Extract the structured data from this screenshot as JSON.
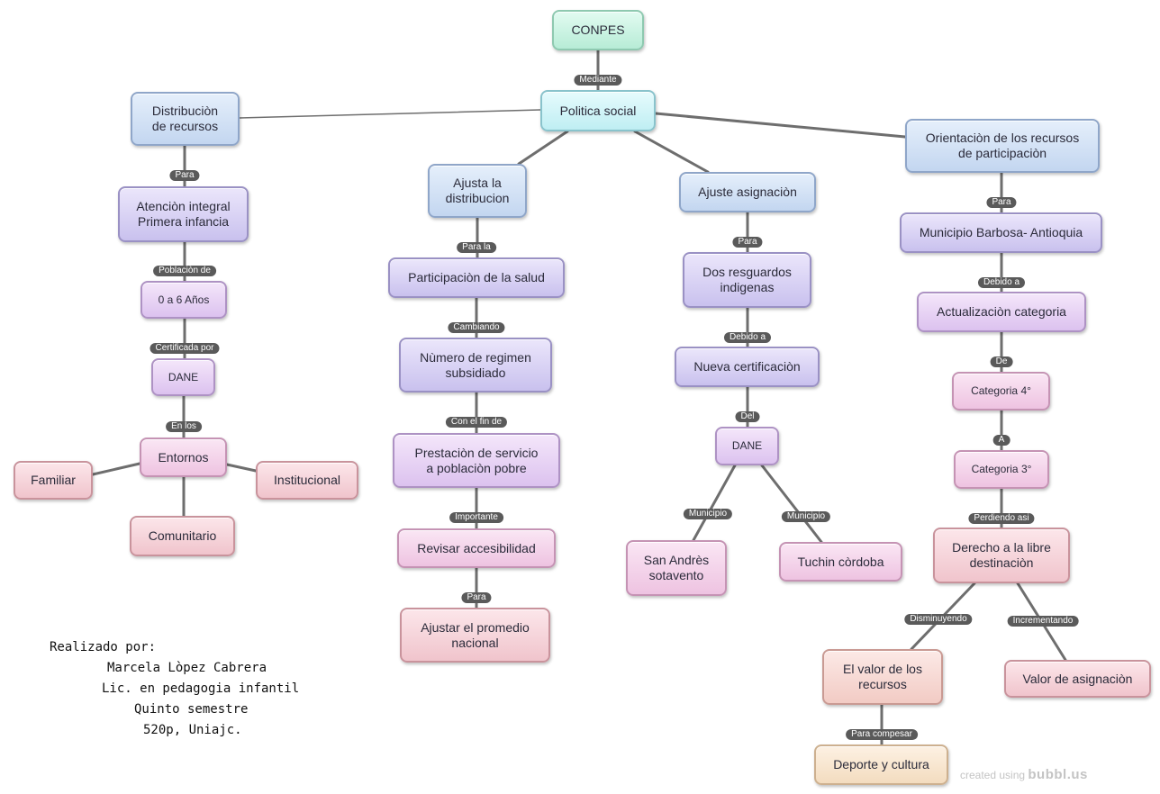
{
  "nodes": {
    "conpes": "CONPES",
    "politica": "Politica social",
    "distribucion": "Distribuciòn\nde recursos",
    "atencion": "Atenciòn integral\nPrimera infancia",
    "anios": "0 a 6 Años",
    "dane1": "DANE",
    "entornos": "Entornos",
    "familiar": "Familiar",
    "institucional": "Institucional",
    "comunitario": "Comunitario",
    "ajusta": "Ajusta la\ndistribucion",
    "participacion": "Participaciòn de la salud",
    "numero": "Nùmero de regimen\nsubsidiado",
    "prestacion": "Prestaciòn de servicio\n a poblaciòn pobre",
    "revisar": "Revisar accesibilidad",
    "ajustar_promedio": "Ajustar el promedio\nnacional",
    "ajuste_asig": "Ajuste asignaciòn",
    "resguardos": "Dos resguardos\nindigenas",
    "nueva_cert": "Nueva certificaciòn",
    "dane2": "DANE",
    "sanandres": "San Andrès\nsotavento",
    "tuchin": "Tuchin còrdoba",
    "orientacion": "Orientaciòn de los recursos\n de participaciòn",
    "municipio": "Municipio Barbosa- Antioquia",
    "actualizacion": "Actualizaciòn categoria",
    "categoria4": "Categoria  4°",
    "categoria3": "Categoria 3°",
    "derecho": "Derecho a la libre\ndestinaciòn",
    "valor_recursos": "El valor de los\nrecursos",
    "valor_asig": "Valor de asignaciòn",
    "deporte": "Deporte y cultura"
  },
  "labels": {
    "mediante": "Mediante",
    "para1": "Para",
    "poblacion_de": "Poblaciòn de",
    "certificada_por": "Certificada por",
    "en_los": "En los",
    "para_la": "Para la",
    "cambiando": "Cambiando",
    "con_el_fin": "Con el fin de",
    "importante": "Importante",
    "para2": "Para",
    "para3": "Para",
    "debido_a1": "Debido a",
    "del": "Del",
    "municipio1": "Municipio",
    "municipio2": "Municipio",
    "para4": "Para",
    "debido_a2": "Debido a",
    "de": "De",
    "a": "A",
    "perdiendo": "Perdiendo asi",
    "disminuyendo": "Disminuyendo",
    "incrementando": "Incrementando",
    "para_compensar": "Para compesar"
  },
  "credits": [
    "Realizado por:",
    "Marcela Lòpez Cabrera",
    "Lic. en pedagogia infantil",
    "Quinto semestre",
    "520p, Uniajc."
  ],
  "watermark": {
    "prefix": "created using",
    "brand": "bubbl.us"
  }
}
